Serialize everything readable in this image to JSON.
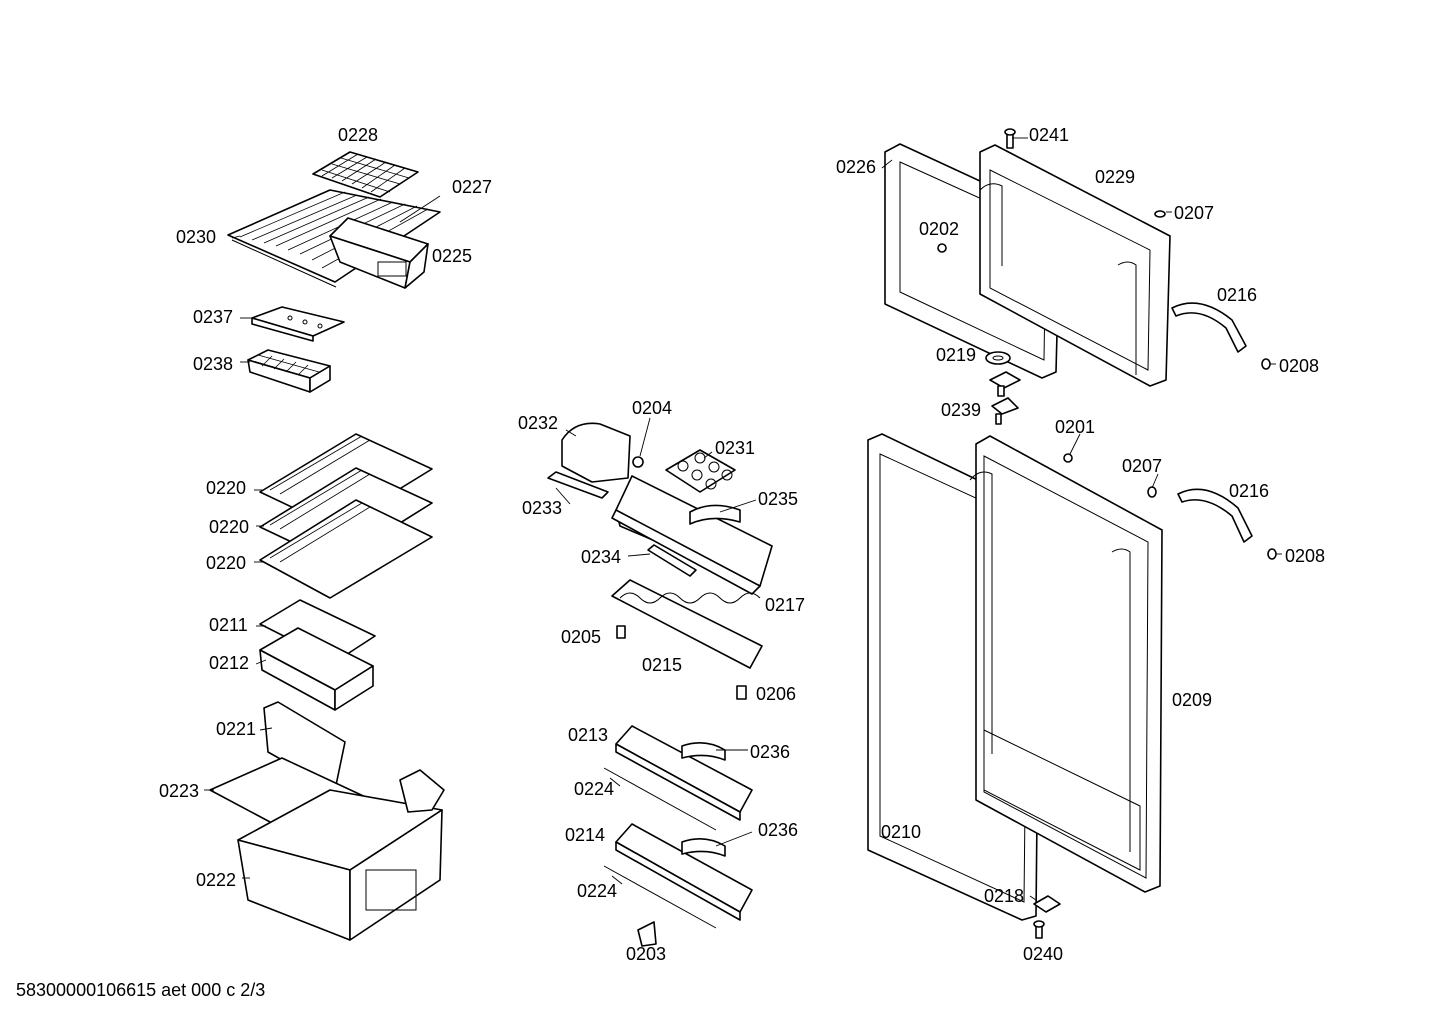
{
  "footer_code": "58300000106615 aet 000 c 2/3",
  "callouts": [
    {
      "key": "c0228",
      "label": "0228"
    },
    {
      "key": "c0227",
      "label": "0227"
    },
    {
      "key": "c0230",
      "label": "0230"
    },
    {
      "key": "c0225",
      "label": "0225"
    },
    {
      "key": "c0237",
      "label": "0237"
    },
    {
      "key": "c0238",
      "label": "0238"
    },
    {
      "key": "c0220a",
      "label": "0220"
    },
    {
      "key": "c0220b",
      "label": "0220"
    },
    {
      "key": "c0220c",
      "label": "0220"
    },
    {
      "key": "c0211",
      "label": "0211"
    },
    {
      "key": "c0212",
      "label": "0212"
    },
    {
      "key": "c0221",
      "label": "0221"
    },
    {
      "key": "c0223",
      "label": "0223"
    },
    {
      "key": "c0222",
      "label": "0222"
    },
    {
      "key": "c0232",
      "label": "0232"
    },
    {
      "key": "c0204",
      "label": "0204"
    },
    {
      "key": "c0231",
      "label": "0231"
    },
    {
      "key": "c0233",
      "label": "0233"
    },
    {
      "key": "c0235",
      "label": "0235"
    },
    {
      "key": "c0234",
      "label": "0234"
    },
    {
      "key": "c0217",
      "label": "0217"
    },
    {
      "key": "c0205",
      "label": "0205"
    },
    {
      "key": "c0215",
      "label": "0215"
    },
    {
      "key": "c0206",
      "label": "0206"
    },
    {
      "key": "c0213",
      "label": "0213"
    },
    {
      "key": "c0236a",
      "label": "0236"
    },
    {
      "key": "c0224a",
      "label": "0224"
    },
    {
      "key": "c0214",
      "label": "0214"
    },
    {
      "key": "c0236b",
      "label": "0236"
    },
    {
      "key": "c0224b",
      "label": "0224"
    },
    {
      "key": "c0203",
      "label": "0203"
    },
    {
      "key": "c0241",
      "label": "0241"
    },
    {
      "key": "c0226",
      "label": "0226"
    },
    {
      "key": "c0229",
      "label": "0229"
    },
    {
      "key": "c0207a",
      "label": "0207"
    },
    {
      "key": "c0202",
      "label": "0202"
    },
    {
      "key": "c0216a",
      "label": "0216"
    },
    {
      "key": "c0219",
      "label": "0219"
    },
    {
      "key": "c0208a",
      "label": "0208"
    },
    {
      "key": "c0239",
      "label": "0239"
    },
    {
      "key": "c0201",
      "label": "0201"
    },
    {
      "key": "c0207b",
      "label": "0207"
    },
    {
      "key": "c0216b",
      "label": "0216"
    },
    {
      "key": "c0208b",
      "label": "0208"
    },
    {
      "key": "c0209",
      "label": "0209"
    },
    {
      "key": "c0210",
      "label": "0210"
    },
    {
      "key": "c0218",
      "label": "0218"
    },
    {
      "key": "c0240",
      "label": "0240"
    }
  ]
}
